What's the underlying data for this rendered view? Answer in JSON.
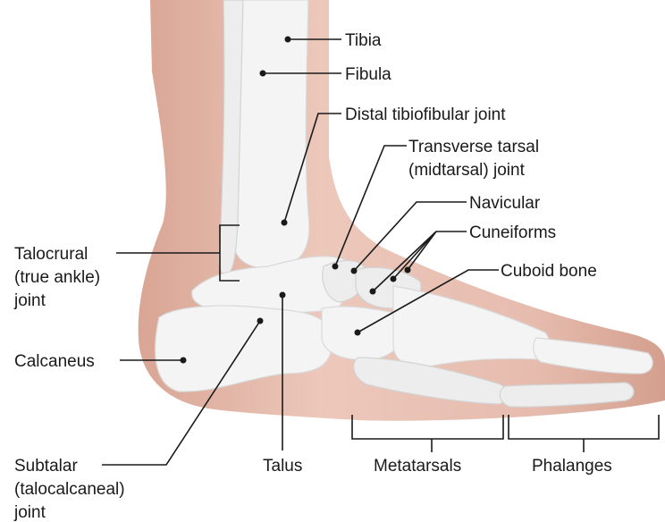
{
  "labels": {
    "tibia": "Tibia",
    "fibula": "Fibula",
    "distal_tibiofibular": "Distal tibiofibular joint",
    "transverse_tarsal_1": "Transverse tarsal",
    "transverse_tarsal_2": "(midtarsal) joint",
    "navicular": "Navicular",
    "cuneiforms": "Cuneiforms",
    "cuboid": "Cuboid bone",
    "talocrural_1": "Talocrural",
    "talocrural_2": "(true ankle)",
    "talocrural_3": "joint",
    "calcaneus": "Calcaneus",
    "subtalar_1": "Subtalar",
    "subtalar_2": "(talocalcaneal)",
    "subtalar_3": "joint",
    "talus": "Talus",
    "metatarsals": "Metatarsals",
    "phalanges": "Phalanges"
  },
  "colors": {
    "skin_outer": "#e9c3b6",
    "skin_inner": "#d9a594",
    "bone": "#f4f4f4",
    "line": "#1a1a1a"
  }
}
